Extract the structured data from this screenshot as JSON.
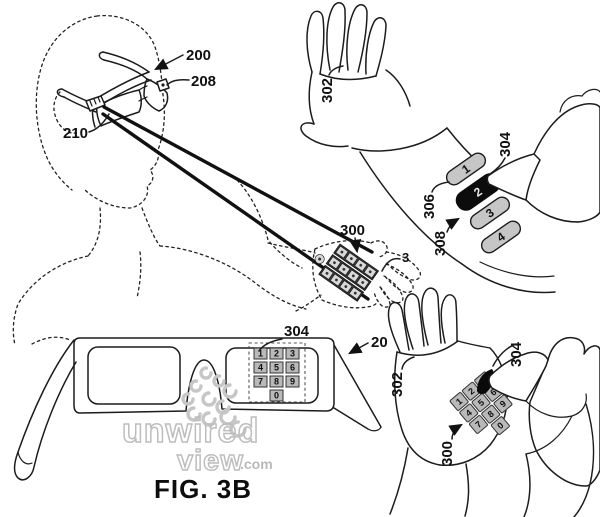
{
  "figure": {
    "caption": "FIG. 3B"
  },
  "watermark": {
    "word": "unwired",
    "word2": "view",
    "domain": ".com"
  },
  "palette": {
    "line": "#1c1c1c",
    "key_fill": "#b9b9b9",
    "patch_fill": "#c6c6c6",
    "selected_patch": "#0c0c0c",
    "watermark": "#bdbdbd"
  },
  "ref_labels": {
    "glasses_worn": "200",
    "camera": "208",
    "projector": "210",
    "projected_keypad": "300",
    "projected_hand": "3",
    "upper_hand": "302",
    "upper_finger": "304",
    "selected_patch": "306",
    "forearm": "308",
    "lens_keypad": "304",
    "glasses_front": "20",
    "lower_hand": "302",
    "lower_finger": "304",
    "lower_keypad": "300"
  },
  "keypad": {
    "keys": [
      "1",
      "2",
      "3",
      "4",
      "5",
      "6",
      "7",
      "8",
      "9",
      "0"
    ]
  },
  "patches": {
    "labels": [
      "1",
      "2",
      "3",
      "4"
    ],
    "selected_label": "2"
  }
}
